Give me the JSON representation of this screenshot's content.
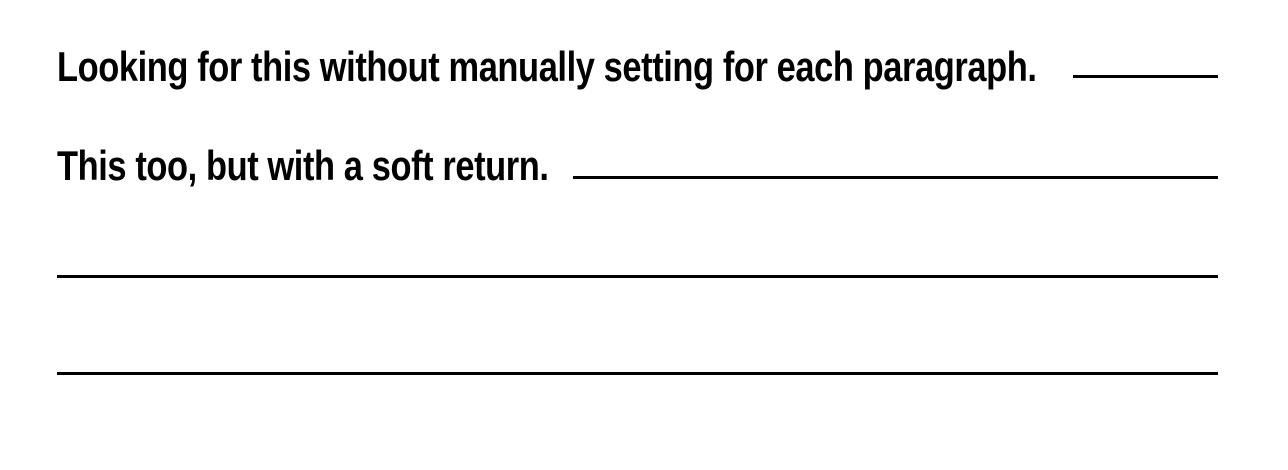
{
  "document": {
    "background_color": "#ffffff",
    "text_color": "#000000",
    "rule_color": "#000000",
    "paragraphs": [
      {
        "text": "Looking for this without manually setting for each paragraph.",
        "trailing_rule": "short leader to right margin"
      },
      {
        "text": "This too, but with a soft return.",
        "trailing_rule": "leader to right margin"
      },
      {
        "text": "",
        "trailing_rule": "full-width rule"
      },
      {
        "text": "",
        "trailing_rule": "full-width rule"
      }
    ]
  }
}
